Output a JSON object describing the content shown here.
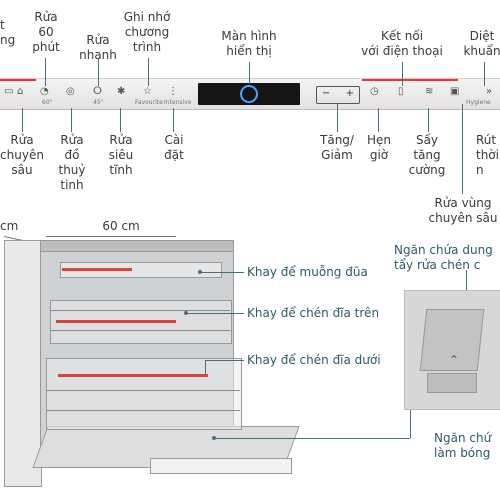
{
  "top_labels": [
    {
      "id": "rua-tiet-kiem-partial",
      "text": "t\nng"
    },
    {
      "id": "rua-60-phut",
      "text": "Rửa\n60\nphút"
    },
    {
      "id": "rua-nhanh",
      "text": "Rửa\nnhanh"
    },
    {
      "id": "ghi-nho-chuong-trinh",
      "text": "Ghi nhớ\nchương\ntrình"
    },
    {
      "id": "man-hinh-hien-thi",
      "text": "Màn hình\nhiển thị"
    },
    {
      "id": "ket-noi-dien-thoai",
      "text": "Kết nối\nvới điện thoại"
    },
    {
      "id": "diet-khuan",
      "text": "Diệt\nkhuẩn"
    }
  ],
  "bottom_labels": [
    {
      "id": "rua-chuyen-sau",
      "text": "Rửa\nchuyên\nsâu"
    },
    {
      "id": "rua-do-thuy-tinh",
      "text": "Rửa\nđồ\nthuỷ\ntinh"
    },
    {
      "id": "rua-sieu-tinh",
      "text": "Rửa\nsiêu\ntĩnh"
    },
    {
      "id": "cai-dat",
      "text": "Cài\nđặt"
    },
    {
      "id": "tang-giam",
      "text": "Tăng/\nGiảm"
    },
    {
      "id": "hen-gio",
      "text": "Hẹn\ngiờ"
    },
    {
      "id": "say-tang-cuong",
      "text": "Sấy\ntăng\ncường"
    },
    {
      "id": "rua-vung-chuyen-sau",
      "text": "Rửa vùng\nchuyên sâu"
    },
    {
      "id": "rut-thoi-gian-partial",
      "text": "Rút\nthời\nn"
    }
  ],
  "panel_icon_labels": [
    "60°",
    "45°",
    "Favourite",
    "Intensive",
    "Hygiene"
  ],
  "dimensions": {
    "depth_partial": "cm",
    "width": "60 cm"
  },
  "callouts": [
    {
      "id": "khay-muong-dua",
      "text": "Khay để muỗng đũa"
    },
    {
      "id": "khay-chen-dia-tren",
      "text": "Khay để chén đĩa trên"
    },
    {
      "id": "khay-chen-dia-duoi",
      "text": "Khay để chén đĩa dưới"
    },
    {
      "id": "ngan-chua-dung-dich",
      "text": "Ngăn chứa dung\ntẩy rửa chén c"
    },
    {
      "id": "ngan-chua-lam-bong",
      "text": "Ngăn chứ\nlàm bóng"
    }
  ],
  "colors": {
    "accent_line": "#4a6f7c",
    "panel_red": "#e33333",
    "display": "#151515"
  }
}
